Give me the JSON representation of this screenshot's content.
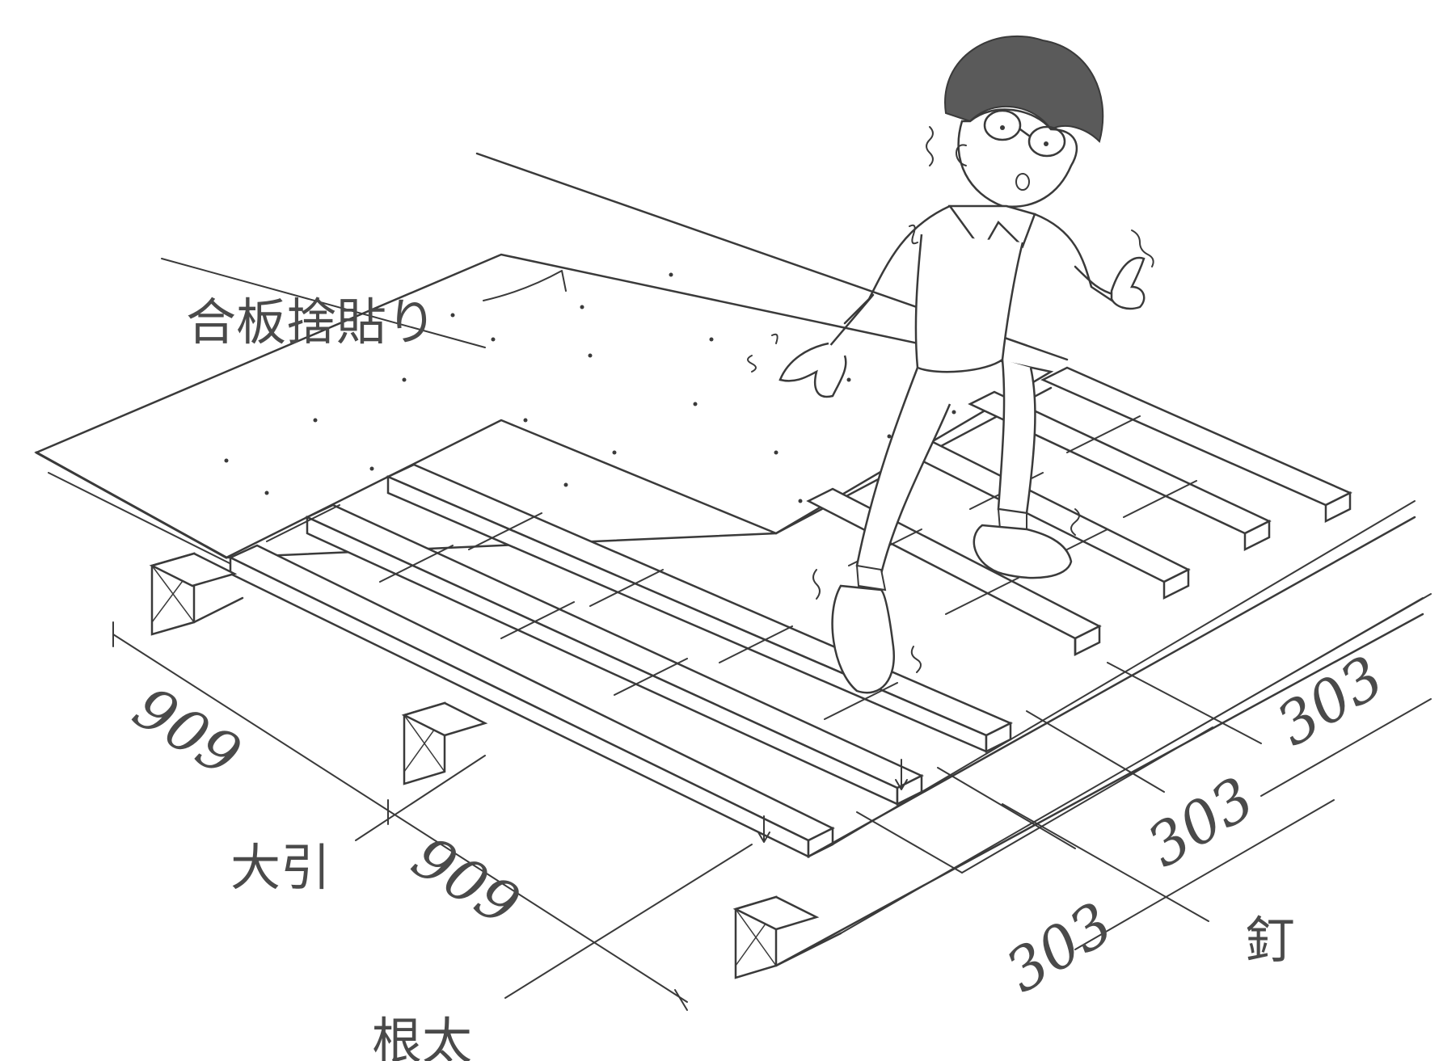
{
  "labels": {
    "plywood": "合板捨貼り",
    "sleeper": "大引",
    "joist": "根太",
    "nail": "釘"
  },
  "dimensions": {
    "span_1": "909",
    "span_2": "909",
    "pitch_1": "303",
    "pitch_2": "303",
    "pitch_3": "303"
  },
  "colors": {
    "ink": "#3a3a3a",
    "text": "#4a4a4a",
    "background": "#ffffff"
  }
}
